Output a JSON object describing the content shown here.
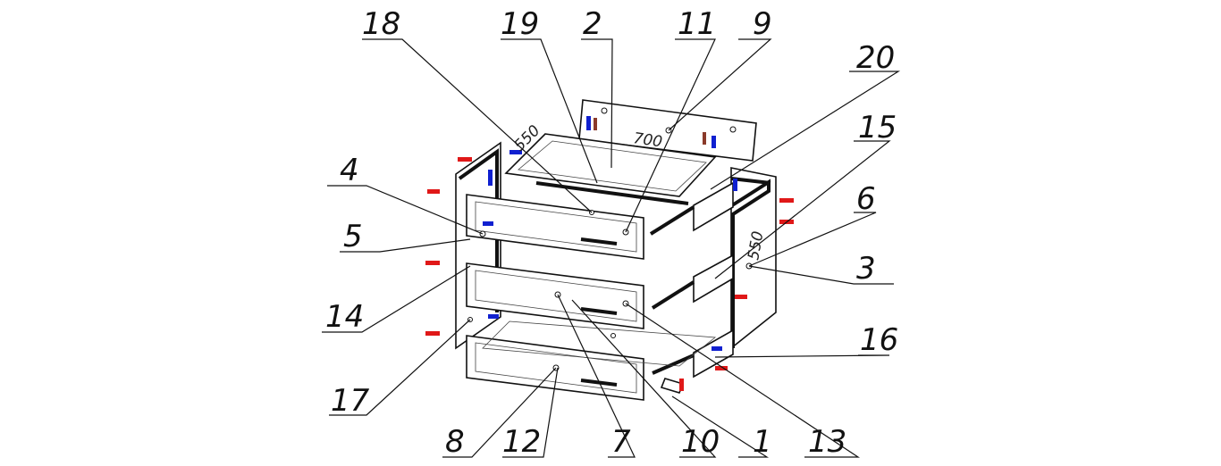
{
  "dimensions": {
    "width_label": "700",
    "depth_label": "550",
    "depth_label_top": "550"
  },
  "callouts": [
    "18",
    "19",
    "2",
    "11",
    "9",
    "20",
    "4",
    "5",
    "15",
    "6",
    "3",
    "14",
    "16",
    "17",
    "8",
    "12",
    "7",
    "10",
    "1",
    "13"
  ],
  "colors": {
    "line": "#111111",
    "red_fastener": "#e01818",
    "blue_fastener": "#1020d0",
    "brown_pin": "#8a3a2a"
  }
}
